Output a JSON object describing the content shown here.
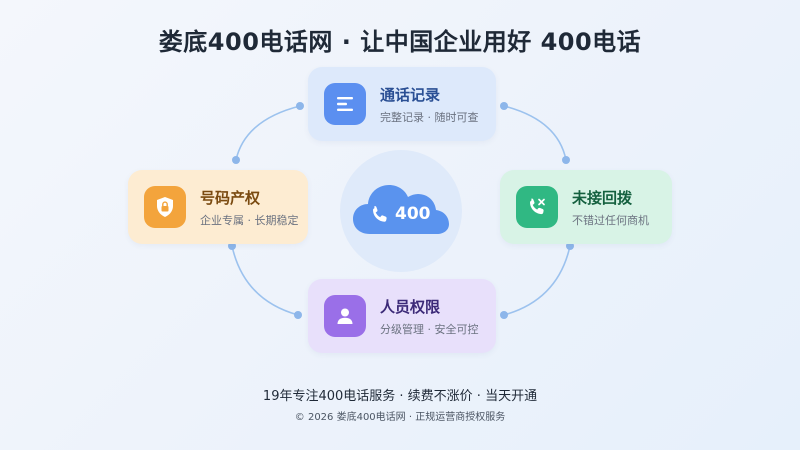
{
  "title": "娄底400电话网 · 让中国企业用好 400电话",
  "hub": {
    "label": "400",
    "icon": "cloud-phone-icon"
  },
  "cards": {
    "top": {
      "title": "通话记录",
      "subtitle": "完整记录 · 随时可查",
      "icon": "list-icon",
      "color": "#5b8ff0"
    },
    "left": {
      "title": "号码产权",
      "subtitle": "企业专属 · 长期稳定",
      "icon": "shield-lock-icon",
      "color": "#f3a43c"
    },
    "right": {
      "title": "未接回拨",
      "subtitle": "不错过任何商机",
      "icon": "phone-missed-icon",
      "color": "#30b883"
    },
    "bottom": {
      "title": "人员权限",
      "subtitle": "分级管理 · 安全可控",
      "icon": "user-icon",
      "color": "#9a6fe8"
    }
  },
  "footer": {
    "line1": "19年专注400电话服务 · 续费不涨价 · 当天开通",
    "line2": "© 2026 娄底400电话网 · 正规运营商授权服务"
  }
}
